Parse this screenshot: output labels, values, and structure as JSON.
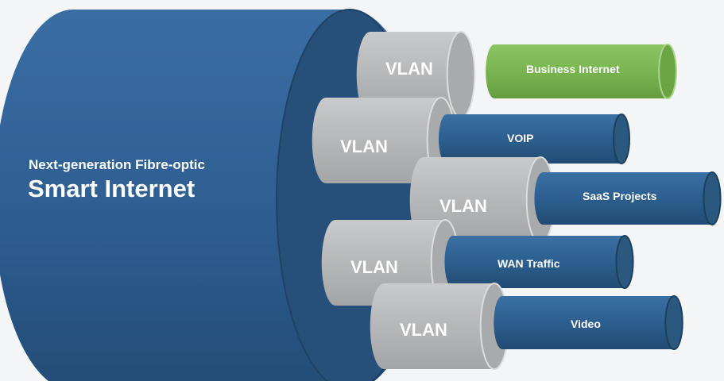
{
  "cable": {
    "subtitle": "Next-generation Fibre-optic",
    "title": "Smart Internet"
  },
  "vlans": [
    {
      "label": "VLAN",
      "service": "Business Internet",
      "color": "#79b551"
    },
    {
      "label": "VLAN",
      "service": "VOIP",
      "color": "#2c5f8f"
    },
    {
      "label": "VLAN",
      "service": "SaaS Projects",
      "color": "#2c5f8f"
    },
    {
      "label": "VLAN",
      "service": "WAN Traffic",
      "color": "#2c5f8f"
    },
    {
      "label": "VLAN",
      "service": "Video",
      "color": "#2c5f8f"
    }
  ],
  "colors": {
    "background": "#f3f5f6",
    "cable_body": "#2f5f93",
    "cable_end": "#244f7a",
    "vlan_tube": "#b7b8b9",
    "service_blue": "#2c5f8f",
    "service_green": "#79b551"
  }
}
